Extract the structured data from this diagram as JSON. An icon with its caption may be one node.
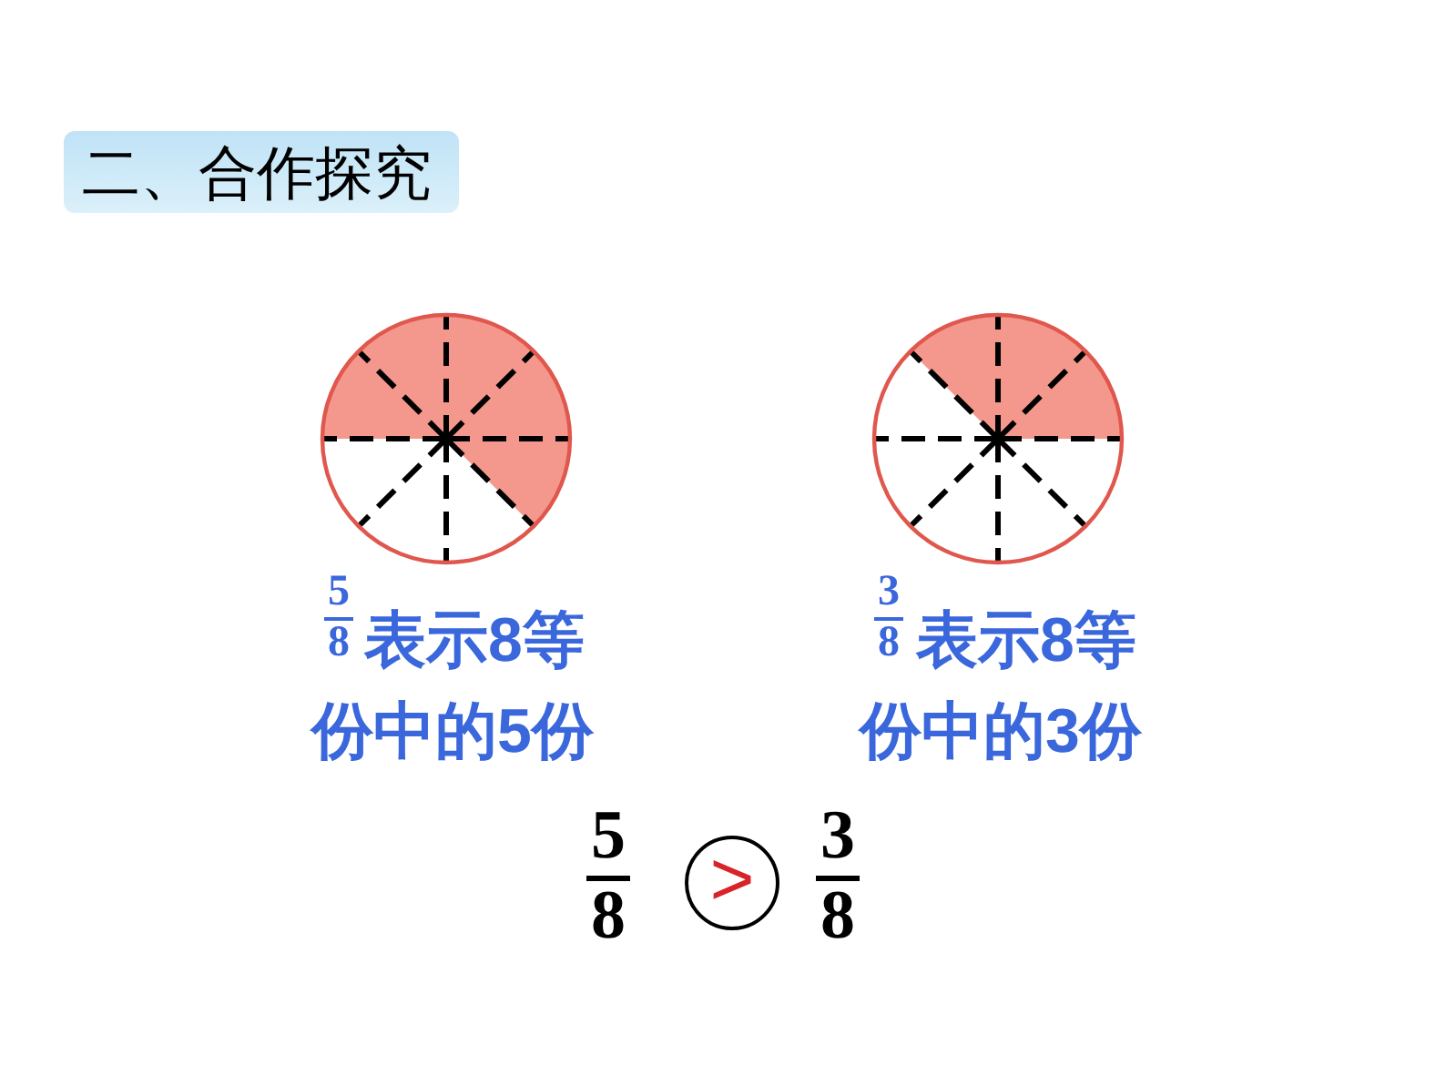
{
  "diagram": {
    "title": "二、合作探究",
    "nodes": [
      {
        "text": [],
        "shape": "circle",
        "beside": [
          "5",
          "8",
          "表示8等份中的5份"
        ]
      },
      {
        "text": [],
        "shape": "circle",
        "beside": [
          "3",
          "8",
          "表示8等份中的3份"
        ]
      },
      {
        "text": [
          ">"
        ]
      }
    ],
    "labels": [
      "5",
      "8",
      "3",
      "8"
    ]
  }
}
